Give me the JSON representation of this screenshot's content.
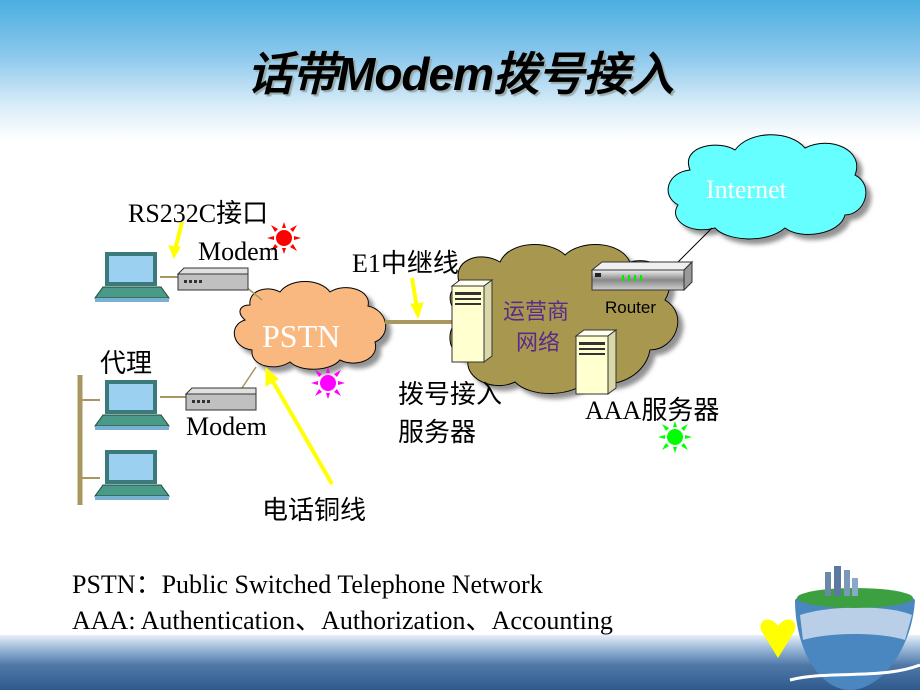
{
  "slide": {
    "title": "话带Modem拨号接入"
  },
  "diagram": {
    "labels": {
      "rs232c": "RS232C接口",
      "modem_top": "Modem",
      "modem_bottom": "Modem",
      "proxy": "代理",
      "pstn": "PSTN",
      "e1_trunk": "E1中继线",
      "carrier_network_line1": "运营商",
      "carrier_network_line2": "网络",
      "router": "Router",
      "internet": "Internet",
      "dialup_server_line1": "拨号接入",
      "dialup_server_line2": "服务器",
      "aaa_server": "AAA服务器",
      "phone_copper": "电话铜线"
    },
    "colors": {
      "pstn_cloud": "#f8b880",
      "carrier_cloud": "#a89850",
      "internet_cloud": "#66ffff",
      "arrow": "#ffff00",
      "sun_red": "#ff0000",
      "sun_magenta": "#ff00ff",
      "sun_green": "#00ff00",
      "link": "#a89860"
    }
  },
  "footnotes": {
    "pstn": "PSTN：Public Switched Telephone Network",
    "aaa": "AAA:  Authentication、Authorization、Accounting"
  }
}
